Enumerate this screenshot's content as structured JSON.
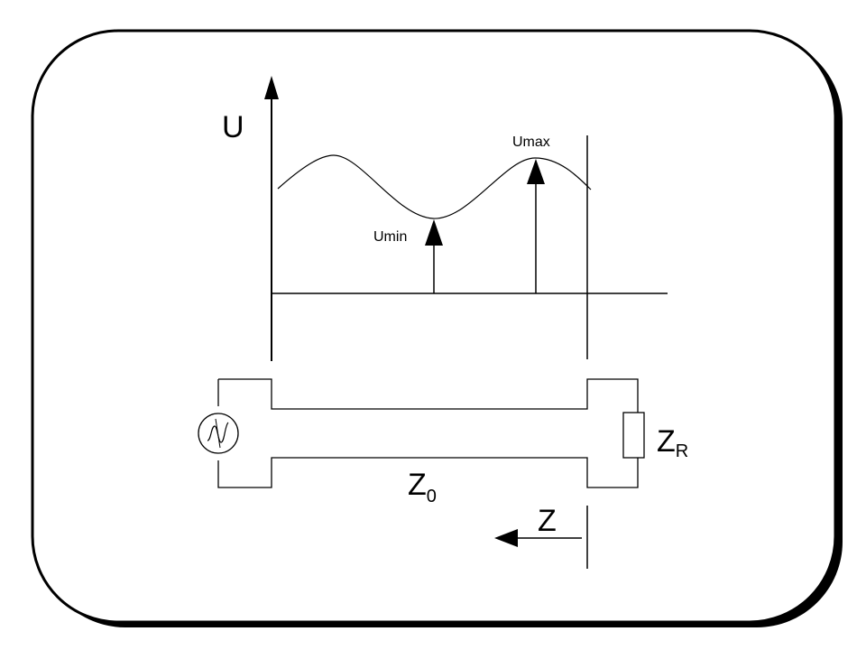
{
  "labels": {
    "u_axis": "U",
    "u_max": "Umax",
    "u_min": "Umin",
    "z_line": "Z",
    "z_line_sub": "0",
    "z_load": "Z",
    "z_load_sub": "R",
    "z_direction": "Z"
  },
  "colors": {
    "stroke": "#000000",
    "background": "#ffffff",
    "drop_shadow": "#000000"
  },
  "icons": {
    "source": "ac-voltage-source-icon",
    "load": "resistor-icon"
  }
}
